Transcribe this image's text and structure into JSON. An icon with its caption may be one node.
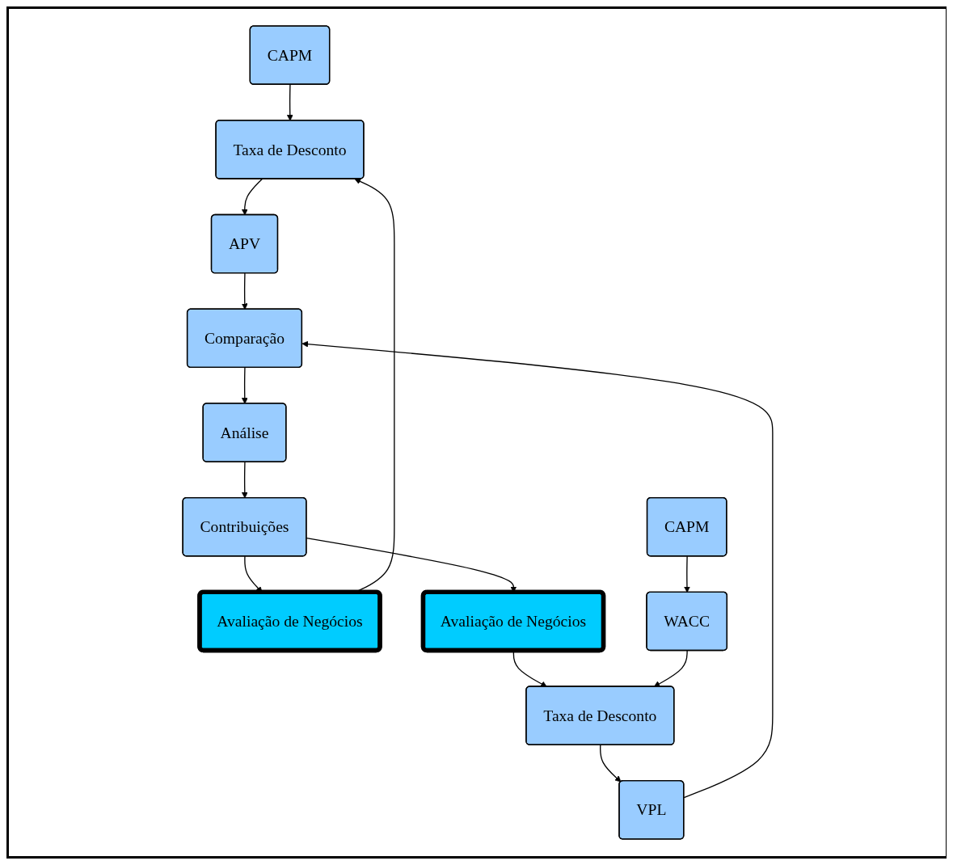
{
  "diagram": {
    "nodes": [
      {
        "text": [
          "CAPM"
        ]
      },
      {
        "text": [
          "Avaliação de Negócios"
        ]
      },
      {
        "text": [
          "Taxa de Desconto"
        ]
      },
      {
        "text": [
          "APV"
        ]
      },
      {
        "text": [
          "Contribuições"
        ]
      },
      {
        "text": [
          "Análise"
        ]
      },
      {
        "text": [
          "Comparação"
        ]
      },
      {
        "text": [
          "Avaliação de Negócios"
        ]
      },
      {
        "text": [
          "Taxa de Desconto"
        ]
      },
      {
        "text": [
          "VPL"
        ]
      },
      {
        "text": [
          "WACC"
        ]
      },
      {
        "text": [
          "CAPM"
        ]
      }
    ],
    "edges": [
      {
        "from": 0,
        "to": 2,
        "arrow": "to"
      },
      {
        "from": 1,
        "to": 2,
        "arrow": "to"
      },
      {
        "from": 2,
        "to": 3,
        "arrow": "to"
      },
      {
        "from": 3,
        "to": 6,
        "arrow": "to"
      },
      {
        "from": 9,
        "to": 6,
        "arrow": "to"
      },
      {
        "from": 6,
        "to": 5,
        "arrow": "to"
      },
      {
        "from": 5,
        "to": 4,
        "arrow": "to"
      },
      {
        "from": 4,
        "to": 1,
        "arrow": "to"
      },
      {
        "from": 4,
        "to": 7,
        "arrow": "to"
      },
      {
        "from": 7,
        "to": 8,
        "arrow": "to"
      },
      {
        "from": 8,
        "to": 9,
        "arrow": "to"
      },
      {
        "from": 10,
        "to": 8,
        "arrow": "to"
      },
      {
        "from": 11,
        "to": 10,
        "arrow": "to"
      }
    ]
  }
}
